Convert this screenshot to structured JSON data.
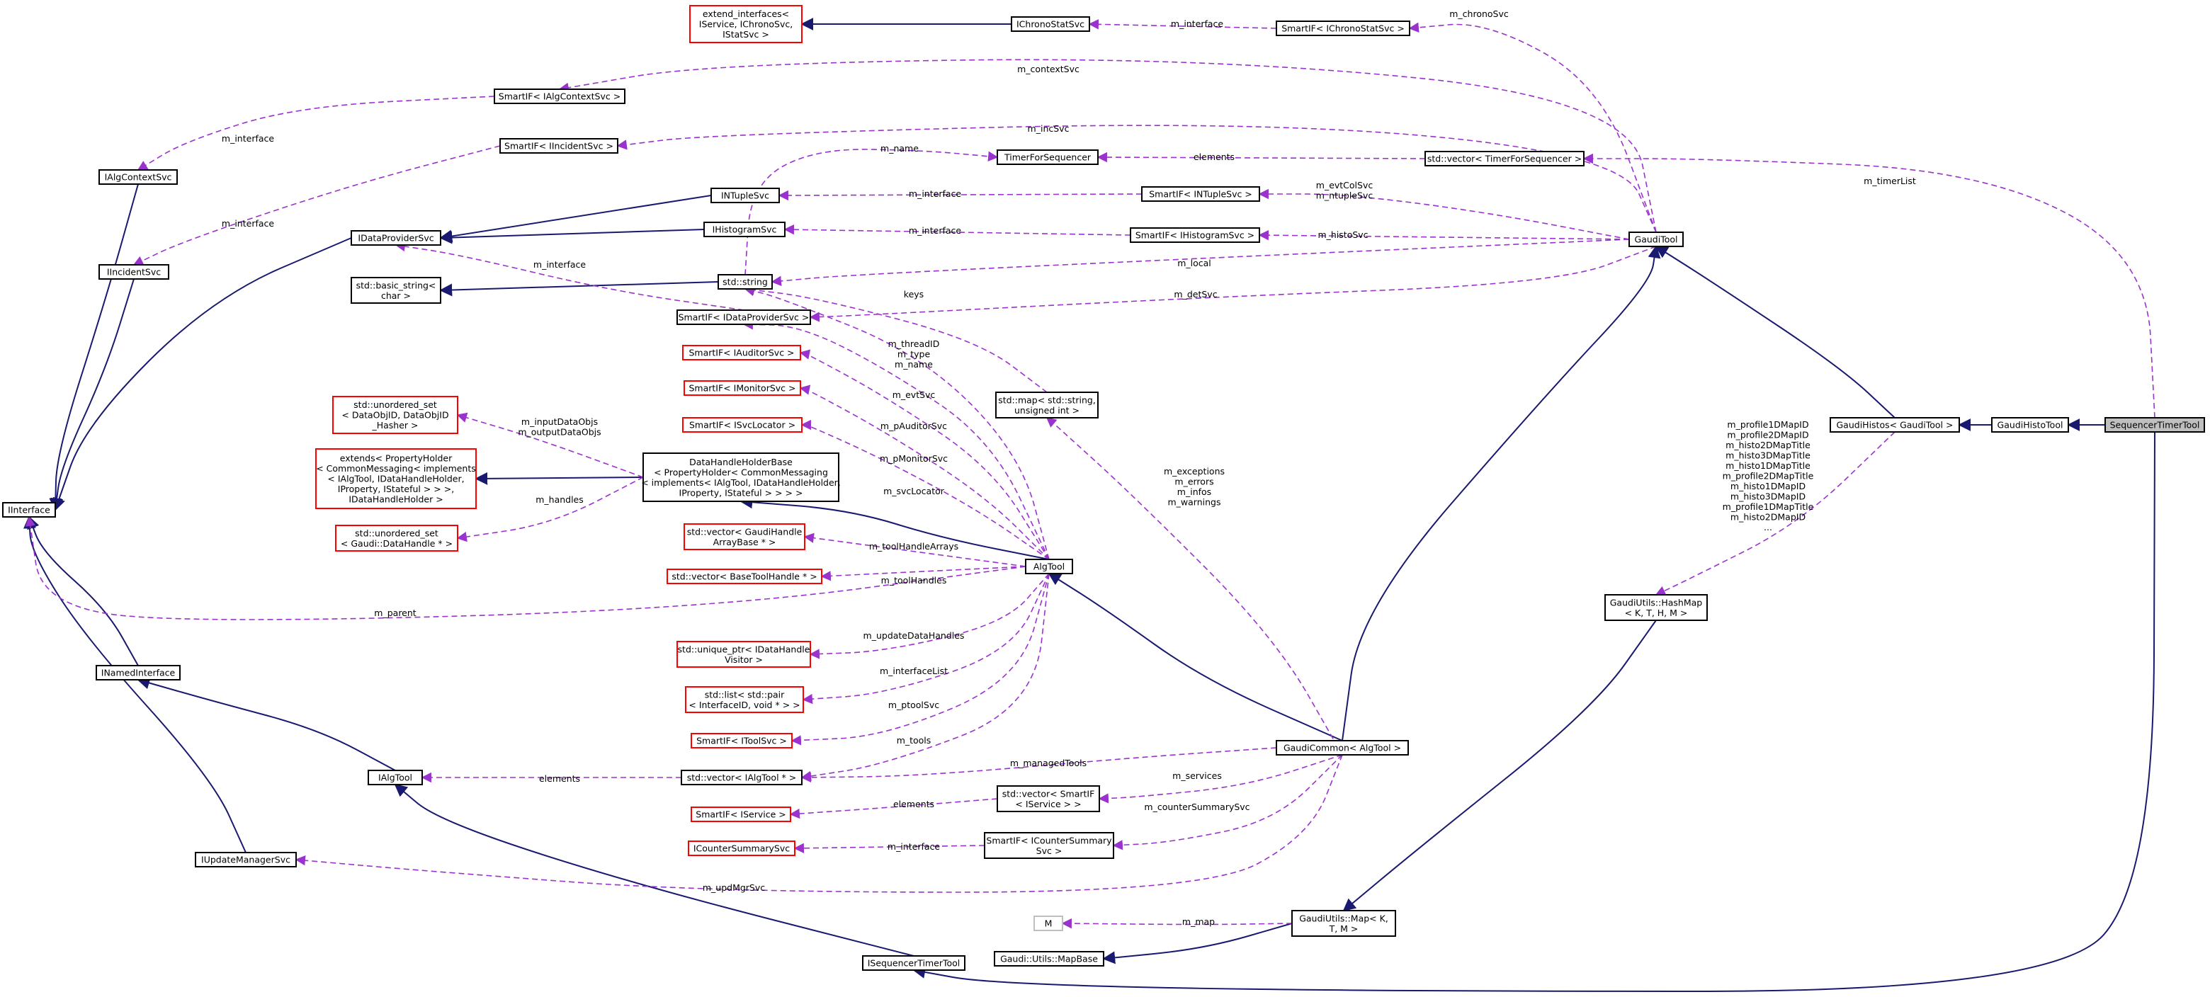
{
  "nodes": {
    "extend_interfaces": [
      "extend_interfaces<",
      "IService, IChronoSvc,",
      "IStatSvc >"
    ],
    "IChronoStatSvc": [
      "IChronoStatSvc"
    ],
    "SmartIF_IChronoStatSvc": [
      "SmartIF< IChronoStatSvc >"
    ],
    "SmartIF_IAlgContextSvc": [
      "SmartIF< IAlgContextSvc >"
    ],
    "IAlgContextSvc": [
      "IAlgContextSvc"
    ],
    "SmartIF_IIncidentSvc": [
      "SmartIF< IIncidentSvc >"
    ],
    "IIncidentSvc": [
      "IIncidentSvc"
    ],
    "TimerForSequencer": [
      "TimerForSequencer"
    ],
    "vector_TimerForSequencer": [
      "std::vector< TimerForSequencer >"
    ],
    "INTupleSvc": [
      "INTupleSvc"
    ],
    "SmartIF_INTupleSvc": [
      "SmartIF< INTupleSvc >"
    ],
    "IDataProviderSvc": [
      "IDataProviderSvc"
    ],
    "IHistogramSvc": [
      "IHistogramSvc"
    ],
    "SmartIF_IHistogramSvc": [
      "SmartIF< IHistogramSvc >"
    ],
    "GaudiTool": [
      "GaudiTool"
    ],
    "basic_string": [
      "std::basic_string<",
      "char >"
    ],
    "std_string": [
      "std::string"
    ],
    "SmartIF_IDataProviderSvc": [
      "SmartIF< IDataProviderSvc >"
    ],
    "SmartIF_IAuditorSvc": [
      "SmartIF< IAuditorSvc >"
    ],
    "SmartIF_IMonitorSvc": [
      "SmartIF< IMonitorSvc >"
    ],
    "SmartIF_ISvcLocator": [
      "SmartIF< ISvcLocator >"
    ],
    "std_map": [
      "std::map< std::string,",
      "unsigned int >"
    ],
    "GaudiHistos": [
      "GaudiHistos< GaudiTool >"
    ],
    "GaudiHistoTool": [
      "GaudiHistoTool"
    ],
    "SequencerTimerTool": [
      "SequencerTimerTool"
    ],
    "unordered_set_DataObjID": [
      "std::unordered_set",
      "< DataObjID, DataObjID",
      "_Hasher >"
    ],
    "extends_PropertyHolder": [
      "extends< PropertyHolder",
      "< CommonMessaging< implements",
      "< IAlgTool, IDataHandleHolder,",
      "IProperty, IStateful > > >,",
      "IDataHandleHolder >"
    ],
    "DataHandleHolderBase": [
      "DataHandleHolderBase",
      "< PropertyHolder< CommonMessaging",
      "< implements< IAlgTool, IDataHandleHolder,",
      "IProperty, IStateful > > > >"
    ],
    "IInterface": [
      "IInterface"
    ],
    "unordered_set_DataHandle": [
      "std::unordered_set",
      "< Gaudi::DataHandle * >"
    ],
    "vector_GaudiHandleArrayBase": [
      "std::vector< GaudiHandle",
      "ArrayBase * >"
    ],
    "vector_BaseToolHandle": [
      "std::vector< BaseToolHandle * >"
    ],
    "AlgTool": [
      "AlgTool"
    ],
    "HashMap": [
      "GaudiUtils::HashMap",
      "< K, T, H, M >"
    ],
    "unique_ptr_Visitor": [
      "std::unique_ptr< IDataHandle",
      "Visitor >"
    ],
    "list_pair": [
      "std::list< std::pair",
      "< InterfaceID, void * > >"
    ],
    "SmartIF_IToolSvc": [
      "SmartIF< IToolSvc >"
    ],
    "INamedInterface": [
      "INamedInterface"
    ],
    "IAlgTool": [
      "IAlgTool"
    ],
    "vector_IAlgTool": [
      "std::vector< IAlgTool * >"
    ],
    "GaudiCommon": [
      "GaudiCommon< AlgTool >"
    ],
    "SmartIF_IService": [
      "SmartIF< IService >"
    ],
    "vector_SmartIF_IService": [
      "std::vector< SmartIF",
      "< IService > >"
    ],
    "ICounterSummarySvc": [
      "ICounterSummarySvc"
    ],
    "SmartIF_ICounterSummarySvc": [
      "SmartIF< ICounterSummary",
      "Svc >"
    ],
    "IUpdateManagerSvc": [
      "IUpdateManagerSvc"
    ],
    "M": [
      "M"
    ],
    "GaudiUtils_Map": [
      "GaudiUtils::Map< K,",
      "T, M >"
    ],
    "MapBase": [
      "Gaudi::Utils::MapBase"
    ],
    "ISequencerTimerTool": [
      "ISequencerTimerTool"
    ]
  },
  "edge_labels": {
    "m_chronoSvc": [
      "m_chronoSvc"
    ],
    "m_interface_chrono": [
      "m_interface"
    ],
    "m_contextSvc": [
      "m_contextSvc"
    ],
    "m_interface_algctx": [
      "m_interface"
    ],
    "m_incSvc": [
      "m_incSvc"
    ],
    "m_interface_incident": [
      "m_interface"
    ],
    "elements_timer": [
      "elements"
    ],
    "m_name_timer": [
      "m_name"
    ],
    "m_timerList": [
      "m_timerList"
    ],
    "m_interface_ntuple": [
      "m_interface"
    ],
    "m_evtColSvc": [
      "m_evtColSvc",
      "m_ntupleSvc"
    ],
    "m_interface_histo": [
      "m_interface"
    ],
    "m_histoSvc": [
      "m_histoSvc"
    ],
    "m_interface_dp": [
      "m_interface"
    ],
    "m_local": [
      "m_local"
    ],
    "m_detSvc": [
      "m_detSvc"
    ],
    "keys": [
      "keys"
    ],
    "m_threadID": [
      "m_threadID",
      "m_type",
      "m_name"
    ],
    "m_evtSvc": [
      "m_evtSvc"
    ],
    "m_pAuditorSvc": [
      "m_pAuditorSvc"
    ],
    "m_pMonitorSvc": [
      "m_pMonitorSvc"
    ],
    "m_svcLocator": [
      "m_svcLocator"
    ],
    "m_inputDataObjs": [
      "m_inputDataObjs",
      "m_outputDataObjs"
    ],
    "m_handles": [
      "m_handles"
    ],
    "m_toolHandleArrays": [
      "m_toolHandleArrays"
    ],
    "m_toolHandles": [
      "m_toolHandles"
    ],
    "m_parent": [
      "m_parent"
    ],
    "m_updateDataHandles": [
      "m_updateDataHandles"
    ],
    "m_interfaceList": [
      "m_interfaceList"
    ],
    "m_ptoolSvc": [
      "m_ptoolSvc"
    ],
    "m_tools": [
      "m_tools"
    ],
    "m_exceptions": [
      "m_exceptions",
      "m_errors",
      "m_infos",
      "m_warnings"
    ],
    "histo_maps": [
      "m_profile1DMapID",
      "m_profile2DMapID",
      "m_histo2DMapTitle",
      "m_histo3DMapTitle",
      "m_histo1DMapTitle",
      "m_profile2DMapTitle",
      "m_histo1DMapID",
      "m_histo3DMapID",
      "m_profile1DMapTitle",
      "m_histo2DMapID",
      "..."
    ],
    "elements_algtool": [
      "elements"
    ],
    "m_managedTools": [
      "m_managedTools"
    ],
    "m_services": [
      "m_services"
    ],
    "elements_service": [
      "elements"
    ],
    "m_counterSummarySvc": [
      "m_counterSummarySvc"
    ],
    "m_interface_counter": [
      "m_interface"
    ],
    "m_updMgrSvc": [
      "m_updMgrSvc"
    ],
    "m_map": [
      "m_map"
    ]
  }
}
